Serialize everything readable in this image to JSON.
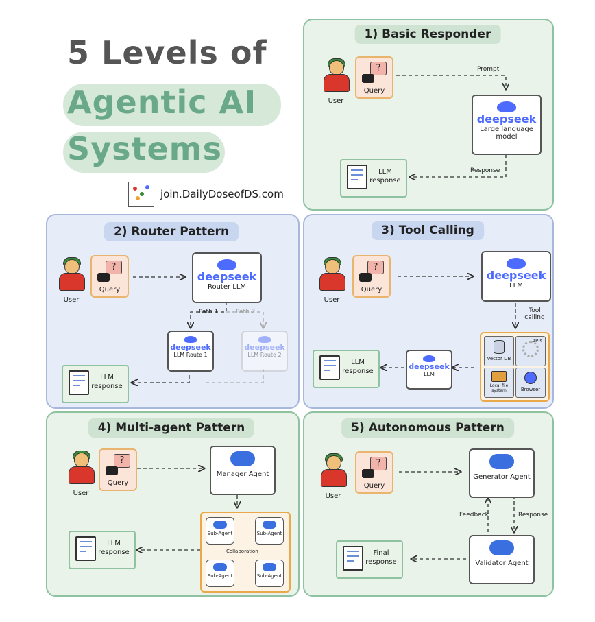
{
  "header": {
    "line1": "5 Levels of",
    "line2": "Agentic AI",
    "line3": "Systems",
    "site": "join.DailyDoseofDS.com"
  },
  "panel1": {
    "title": "1) Basic Responder",
    "user": "User",
    "query": "Query",
    "prompt": "Prompt",
    "brand": "deepseek",
    "model": "Large language model",
    "response": "Response",
    "out": "LLM response"
  },
  "panel2": {
    "title": "2) Router Pattern",
    "user": "User",
    "query": "Query",
    "brand": "deepseek",
    "router": "Router LLM",
    "path1": "Path 1",
    "path2": "Path 2",
    "route1": "LLM Route 1",
    "route2": "LLM Route 2",
    "out": "LLM response"
  },
  "panel3": {
    "title": "3) Tool Calling",
    "user": "User",
    "query": "Query",
    "brand": "deepseek",
    "llm": "LLM",
    "toolcalling": "Tool calling",
    "vectordb": "Vector DB",
    "apis": "APIs",
    "localfs": "Local file system",
    "browser": "Browser",
    "llm2": "LLM",
    "out": "LLM response"
  },
  "panel4": {
    "title": "4) Multi-agent Pattern",
    "user": "User",
    "query": "Query",
    "manager": "Manager Agent",
    "sub": "Sub-Agent",
    "collab": "Collaboration",
    "out": "LLM response"
  },
  "panel5": {
    "title": "5) Autonomous Pattern",
    "user": "User",
    "query": "Query",
    "generator": "Generator Agent",
    "feedback": "Feedback",
    "response": "Response",
    "validator": "Validator Agent",
    "out": "Final response"
  },
  "colors": {
    "green_panel": "#e9f3ea",
    "blue_panel": "#e6ecf8",
    "deepseek_blue": "#4d6bfe",
    "title_teal": "#6aa88a"
  }
}
